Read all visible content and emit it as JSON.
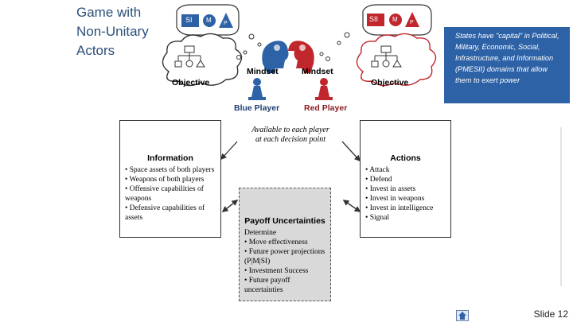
{
  "title": {
    "line1": "Game with",
    "line2": "Non-Unitary",
    "line3": "Actors"
  },
  "callout": {
    "text": "States have \"capital\" in Political, Military, Economic, Social, Infrastructure, and Information (PMESII) domains that allow them to exert power"
  },
  "blue": {
    "bubble_labels": [
      "SI",
      "M",
      "P"
    ],
    "objective": "Objective",
    "mindset": "Mindset",
    "player": "Blue Player"
  },
  "red": {
    "bubble_labels": [
      "SII",
      "M",
      "P"
    ],
    "objective": "Objective",
    "mindset": "Mindset",
    "player": "Red Player"
  },
  "available": {
    "line1": "Available to each player",
    "line2": "at each decision point"
  },
  "information": {
    "icon": "i",
    "title": "Information",
    "items": [
      "Space assets of both players",
      "Weapons of both players",
      "Offensive capabilities of weapons",
      "Defensive capabilities of assets"
    ]
  },
  "actions": {
    "title": "Actions",
    "items": [
      "Attack",
      "Defend",
      "Invest in assets",
      "Invest in weapons",
      "Invest in intelligence",
      "Signal"
    ]
  },
  "payoff": {
    "icon": "?",
    "title": "Payoff Uncertainties",
    "intro": "Determine",
    "items": [
      "Move effectiveness",
      "Future power projections (P|M|SI)",
      "Investment Success",
      "Future payoff uncertainties"
    ]
  },
  "footer": {
    "slide": "Slide 12"
  },
  "colors": {
    "blue": "#2e62a6",
    "red": "#c0272d",
    "title": "#2a4f7a"
  }
}
